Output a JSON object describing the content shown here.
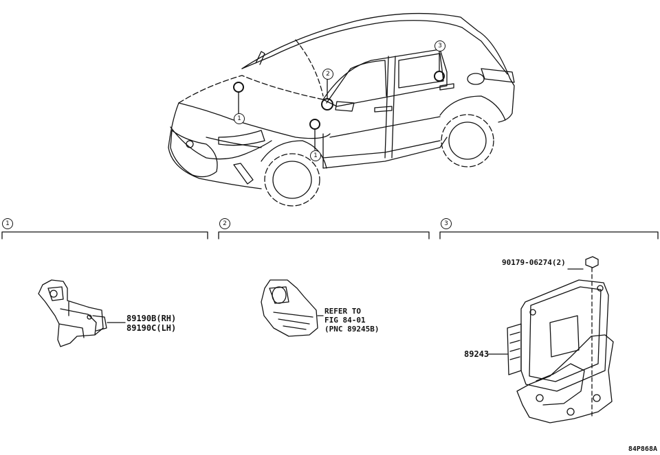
{
  "markers": [
    {
      "id": "1",
      "label": "1"
    },
    {
      "id": "2",
      "label": "2"
    },
    {
      "id": "3",
      "label": "3"
    }
  ],
  "sections": [
    {
      "id": "1",
      "label": "1"
    },
    {
      "id": "2",
      "label": "2"
    },
    {
      "id": "3",
      "label": "3"
    }
  ],
  "parts": {
    "sensor_rh": "89190B(RH)",
    "sensor_lh": "89190C(LH)",
    "refer_line1": "REFER TO",
    "refer_line2": "FIG 84-01",
    "refer_line3": "(PNC 89245B)",
    "bolt": "90179-06274(2)",
    "ecu": "89243"
  },
  "diagram_code": "84P868A"
}
